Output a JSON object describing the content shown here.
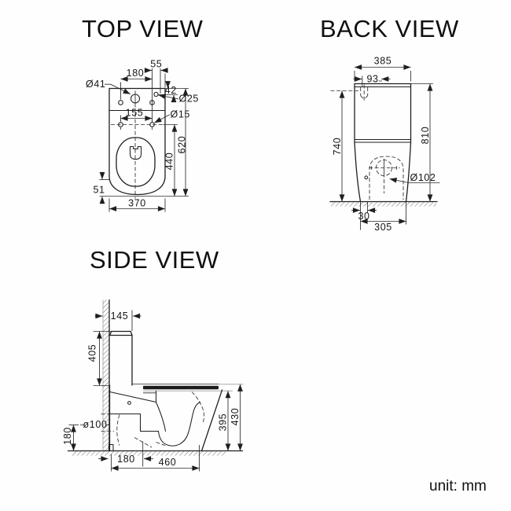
{
  "unit_label": "unit: mm",
  "style": {
    "ink": "#1f1f1f",
    "background": "#ffffff"
  },
  "views": {
    "top": {
      "title": "TOP VIEW",
      "dims": {
        "offset_55": "55",
        "spacing_180": "180",
        "dia_41": "Ø41",
        "offset_42": "42",
        "dia_25": "Ø25",
        "dia_15": "Ø15",
        "spacing_155": "155",
        "depth_620": "620",
        "depth_440": "440",
        "radius_51": "51",
        "width_370": "370"
      }
    },
    "back": {
      "title": "BACK VIEW",
      "dims": {
        "width_385": "385",
        "offset_93": "93",
        "height_740": "740",
        "height_810": "810",
        "dia_102": "Ø102",
        "offset_30": "30",
        "width_305": "305"
      }
    },
    "side": {
      "title": "SIDE VIEW",
      "dims": {
        "depth_145": "145",
        "height_405": "405",
        "dia_100": "ø100",
        "height_180": "180",
        "height_395": "395",
        "height_430": "430",
        "offset_180": "180",
        "depth_460": "460"
      }
    }
  }
}
